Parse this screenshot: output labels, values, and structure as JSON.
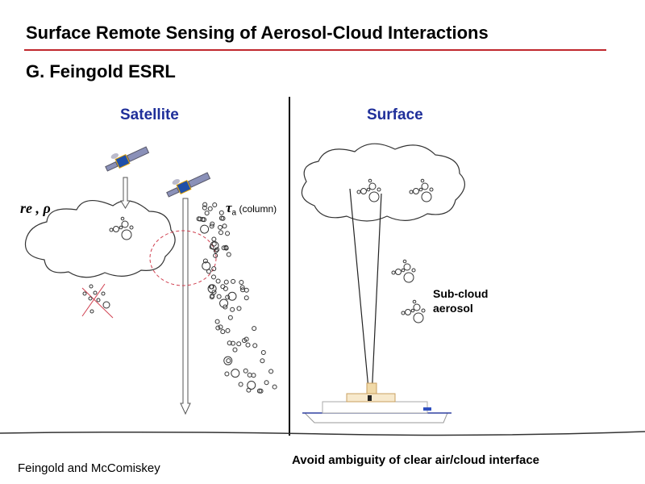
{
  "title": "Surface Remote Sensing of Aerosol-Cloud Interactions",
  "author": "G. Feingold ESRL",
  "left_panel": {
    "heading": "Satellite",
    "cloud_props": "re , ρ",
    "re_symbol": "r",
    "re_sub": "e",
    "rho": "ρ",
    "tau_symbol": "τ",
    "tau_sub": "a",
    "tau_note": "(column)"
  },
  "right_panel": {
    "heading": "Surface",
    "aerosol_label_1": "Sub-cloud",
    "aerosol_label_2": "aerosol"
  },
  "footer": {
    "credit": "Feingold and McComiskey",
    "caption": "Avoid ambiguity of clear air/cloud interface"
  },
  "colors": {
    "heading": "#1f2f9a",
    "rule": "#c0272d",
    "dashed_ellipse": "#d04050"
  }
}
